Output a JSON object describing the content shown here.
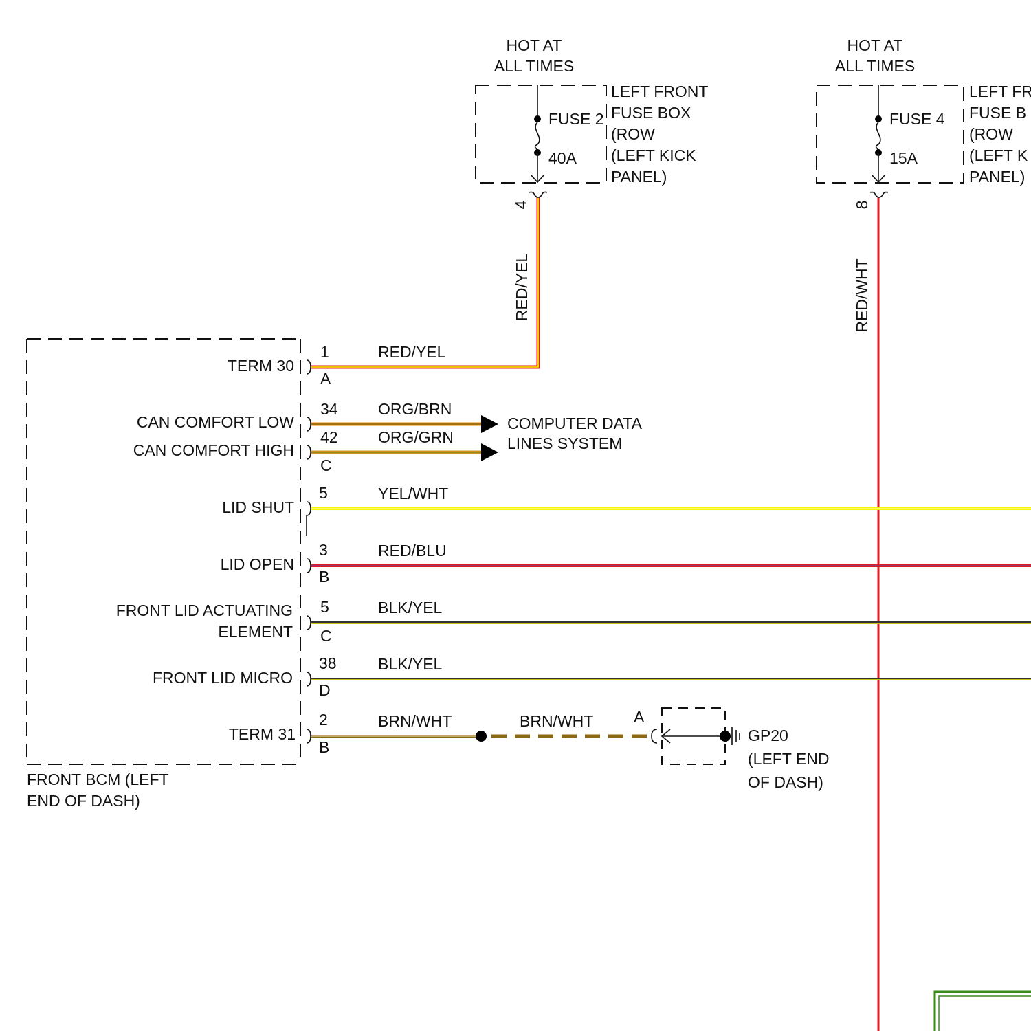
{
  "colors": {
    "red": "#e01b24",
    "yellow": "#f5f500",
    "orange": "#f08a00",
    "brown": "#8b6914",
    "black": "#333333",
    "green": "#3a8a1a"
  },
  "fuse_a": {
    "hot": [
      "HOT AT",
      "ALL TIMES"
    ],
    "fuse": "FUSE 2",
    "amps": "40A",
    "box_label": [
      "LEFT FRONT",
      "FUSE BOX",
      "(ROW",
      "(LEFT KICK",
      "PANEL)"
    ],
    "pin": "4",
    "wire_color": "RED/YEL"
  },
  "fuse_b": {
    "hot": [
      "HOT AT",
      "ALL TIMES"
    ],
    "fuse": "FUSE 4",
    "amps": "15A",
    "box_label": [
      "LEFT FR",
      "FUSE B",
      "(ROW",
      "(LEFT K",
      "PANEL)"
    ],
    "pin": "8",
    "wire_color": "RED/WHT"
  },
  "bcm": {
    "label": [
      "FRONT BCM (LEFT",
      "END OF DASH)"
    ],
    "circuits": [
      {
        "name": [
          "TERM 30"
        ],
        "pin": "1",
        "wire": "RED/YEL",
        "conn": "A"
      },
      {
        "name": [
          "CAN COMFORT LOW"
        ],
        "pin": "34",
        "wire": "ORG/BRN",
        "conn": ""
      },
      {
        "name": [
          "CAN COMFORT HIGH"
        ],
        "pin": "42",
        "wire": "ORG/GRN",
        "conn": "C"
      },
      {
        "name": [
          "LID SHUT"
        ],
        "pin": "5",
        "wire": "YEL/WHT",
        "conn": ""
      },
      {
        "name": [
          "LID OPEN"
        ],
        "pin": "3",
        "wire": "RED/BLU",
        "conn": "B"
      },
      {
        "name": [
          "FRONT LID ACTUATING",
          "ELEMENT"
        ],
        "pin": "5",
        "wire": "BLK/YEL",
        "conn": "C"
      },
      {
        "name": [
          "FRONT LID MICRO"
        ],
        "pin": "38",
        "wire": "BLK/YEL",
        "conn": "D"
      },
      {
        "name": [
          "TERM 31"
        ],
        "pin": "2",
        "wire": "BRN/WHT",
        "conn": "B"
      }
    ]
  },
  "data_lines": [
    "COMPUTER DATA",
    "LINES SYSTEM"
  ],
  "ground": {
    "wire": "BRN/WHT",
    "conn": "A",
    "label": [
      "GP20",
      "(LEFT END",
      "OF DASH)"
    ]
  }
}
